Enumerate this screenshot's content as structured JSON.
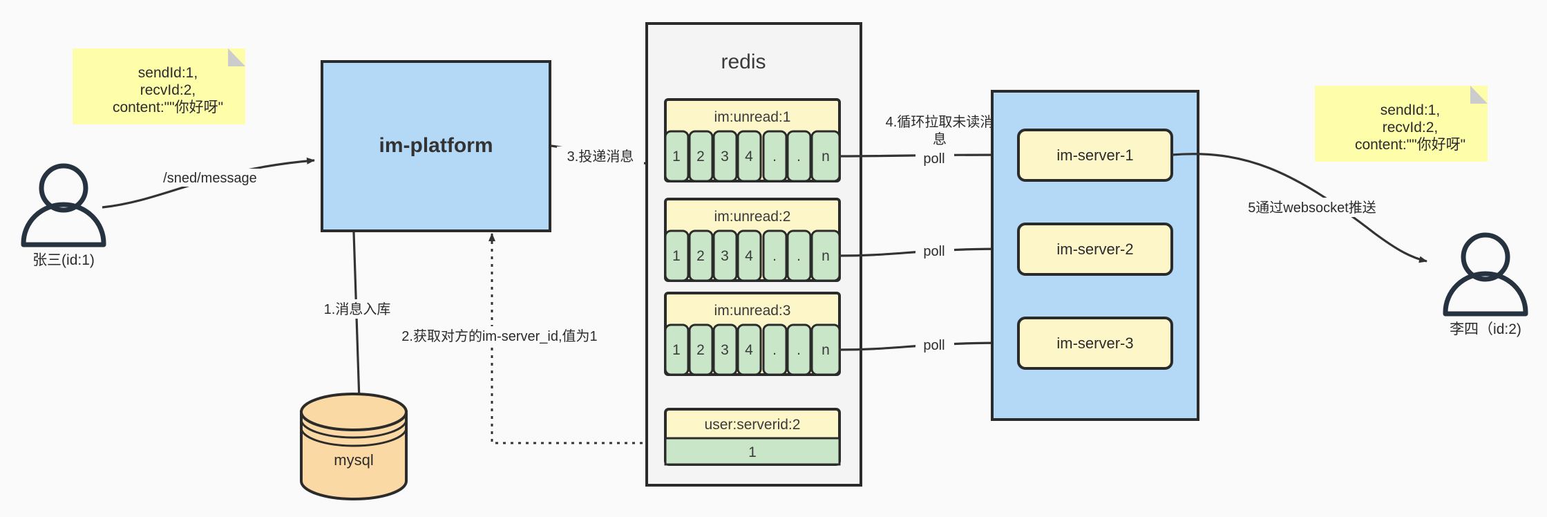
{
  "diagram": {
    "title": "IM message delivery architecture",
    "colors": {
      "background": "#fafafa",
      "note_fill": "#fdfdaa",
      "note_fold": "#cccccc",
      "blue_fill": "#b3d9f7",
      "yellow_fill": "#fdf6c8",
      "green_fill": "#c9e6c9",
      "orange_fill": "#fbd9a5",
      "container_fill": "#f4f4f4",
      "stroke": "#2b2b2b",
      "actor_stroke": "#26323f"
    }
  },
  "notes": {
    "left": {
      "name": "message-payload-note-left",
      "lines": [
        "sendId:1,",
        "recvId:2,",
        "content:\"\"你好呀\""
      ]
    },
    "right": {
      "name": "message-payload-note-right",
      "lines": [
        "sendId:1,",
        "recvId:2,",
        "content:\"\"你好呀\""
      ]
    }
  },
  "actors": {
    "sender": {
      "label": "张三(id:1)"
    },
    "receiver": {
      "label": "李四（id:2)"
    }
  },
  "nodes": {
    "im_platform": {
      "label": "im-platform"
    },
    "mysql": {
      "label": "mysql"
    },
    "redis": {
      "title": "redis"
    },
    "im_servers": [
      {
        "label": "im-server-1"
      },
      {
        "label": "im-server-2"
      },
      {
        "label": "im-server-3"
      }
    ]
  },
  "redis_keys": [
    {
      "key": "im:unread:1",
      "cells": [
        "1",
        "2",
        "3",
        "4",
        ".",
        ".",
        "n"
      ]
    },
    {
      "key": "im:unread:2",
      "cells": [
        "1",
        "2",
        "3",
        "4",
        ".",
        ".",
        "n"
      ]
    },
    {
      "key": "im:unread:3",
      "cells": [
        "1",
        "2",
        "3",
        "4",
        ".",
        ".",
        "n"
      ]
    }
  ],
  "redis_single": {
    "key": "user:serverid:2",
    "value": "1"
  },
  "edges": {
    "send_message": "/sned/message",
    "step1": "1.消息入库",
    "step2": "2.获取对方的im-server_id,值为1",
    "step3": "3.投递消息",
    "step4_line1": "4.循环拉取未读消",
    "step4_line2": "息",
    "step5": "5通过websocket推送",
    "poll1": "poll",
    "poll2": "poll",
    "poll3": "poll"
  }
}
